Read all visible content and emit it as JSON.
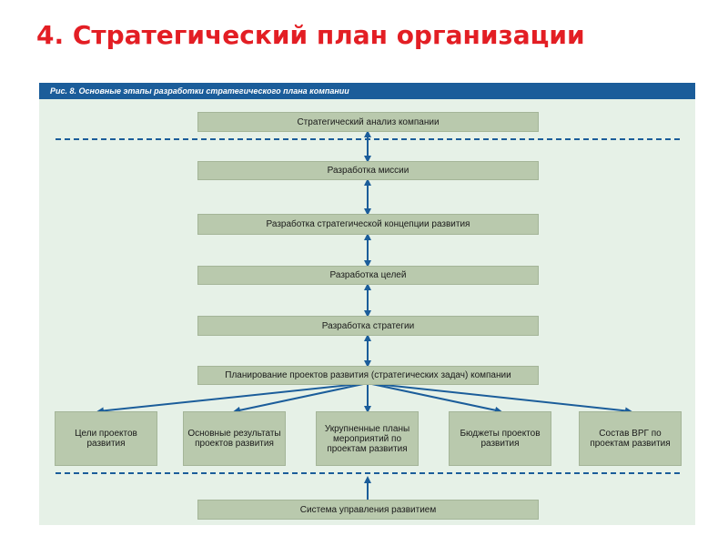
{
  "slide": {
    "title": "4. Стратегический план организации"
  },
  "figure": {
    "caption": "Рис. 8. Основные этапы разработки стратегического плана компании",
    "stages": [
      "Стратегический анализ компании",
      "Разработка миссии",
      "Разработка стратегической концепции развития",
      "Разработка целей",
      "Разработка стратегии",
      "Планирование проектов развития (стратегических задач) компании"
    ],
    "outputs": [
      "Цели проектов развития",
      "Основные результаты проектов развития",
      "Укрупненные планы мероприятий по проектам развития",
      "Бюджеты проектов развития",
      "Состав ВРГ по проектам развития"
    ],
    "bottom_stage": "Система управления развитием"
  },
  "colors": {
    "title": "#e31e24",
    "header_bg": "#1b5d9a",
    "panel_bg": "#e6f1e7",
    "box_fill": "#b9c9ad",
    "arrow": "#1b5d9a"
  }
}
